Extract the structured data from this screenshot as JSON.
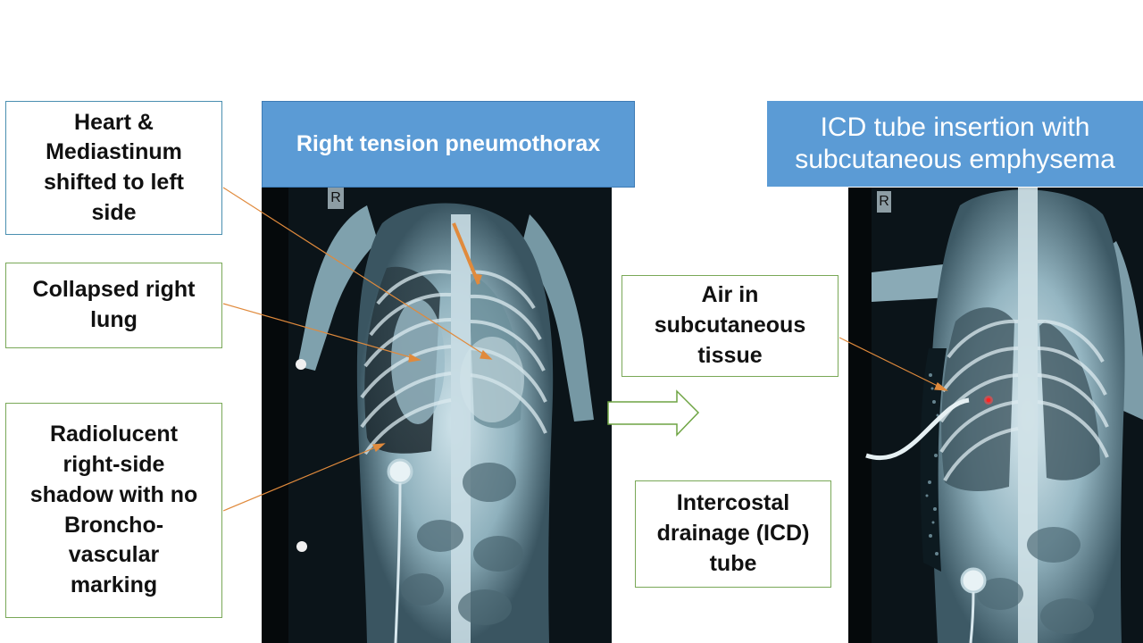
{
  "left_xray": {
    "marker": "R"
  },
  "right_xray": {
    "marker": "R"
  },
  "banners": {
    "left": "Right  tension pneumothorax",
    "right_line1": "ICD tube insertion with",
    "right_line2": "subcutaneous emphysema"
  },
  "callouts": {
    "heart": [
      "Heart &",
      "Mediastinum",
      "shifted to left",
      "side"
    ],
    "collapsed": [
      "Collapsed right",
      "lung"
    ],
    "radiolucent": [
      "Radiolucent",
      "right-side",
      "shadow with no",
      "Broncho-",
      "vascular",
      "marking"
    ],
    "air": [
      "Air in",
      "subcutaneous",
      "tissue"
    ],
    "icd": [
      "Intercostal",
      "drainage (ICD)",
      "tube"
    ]
  },
  "colors": {
    "banner": "#5b9bd5",
    "callout_blue_border": "#4a8fb0",
    "callout_green_border": "#79a857",
    "arrow": "#e08a3c",
    "film": "#0b1419"
  }
}
